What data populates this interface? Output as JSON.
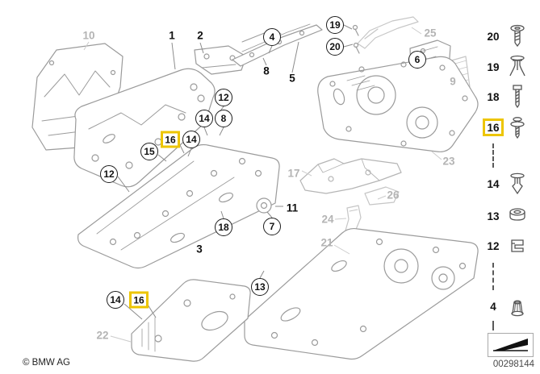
{
  "diagram": {
    "copyright": "© BMW AG",
    "drawing_number": "00298144",
    "highlight_color": "#EDC500",
    "line_color": "#9B9B9B",
    "gray_label_color": "#B4B4B4"
  },
  "callouts": {
    "circled": [
      {
        "label": "4"
      },
      {
        "label": "19"
      },
      {
        "label": "20"
      },
      {
        "label": "6"
      },
      {
        "label": "12"
      },
      {
        "label": "14"
      },
      {
        "label": "8"
      },
      {
        "label": "15"
      },
      {
        "label": "14"
      },
      {
        "label": "12"
      },
      {
        "label": "18"
      },
      {
        "label": "7"
      },
      {
        "label": "13"
      },
      {
        "label": "14"
      }
    ],
    "plain": [
      {
        "label": "1"
      },
      {
        "label": "2"
      },
      {
        "label": "8"
      },
      {
        "label": "5"
      },
      {
        "label": "3"
      },
      {
        "label": "11"
      }
    ],
    "gray": [
      {
        "label": "10"
      },
      {
        "label": "25"
      },
      {
        "label": "9"
      },
      {
        "label": "23"
      },
      {
        "label": "17"
      },
      {
        "label": "26"
      },
      {
        "label": "24"
      },
      {
        "label": "21"
      },
      {
        "label": "22"
      }
    ],
    "highlighted": [
      {
        "label": "16"
      },
      {
        "label": "16"
      }
    ]
  },
  "legend": {
    "items": [
      {
        "label": "20",
        "icon": "fillister-screw-icon",
        "highlighted": false
      },
      {
        "label": "19",
        "icon": "expansion-rivet-icon",
        "highlighted": false
      },
      {
        "label": "18",
        "icon": "hex-bolt-icon",
        "highlighted": false
      },
      {
        "label": "16",
        "icon": "screw-with-washer-icon",
        "highlighted": true
      },
      {
        "label": "14",
        "icon": "push-pin-icon",
        "highlighted": false
      },
      {
        "label": "13",
        "icon": "grommet-icon",
        "highlighted": false
      },
      {
        "label": "12",
        "icon": "sheet-metal-clip-icon",
        "highlighted": false
      },
      {
        "label": "4",
        "icon": "plastic-nut-icon",
        "highlighted": false
      }
    ],
    "direction_indicator": "direction-arrow-icon"
  }
}
